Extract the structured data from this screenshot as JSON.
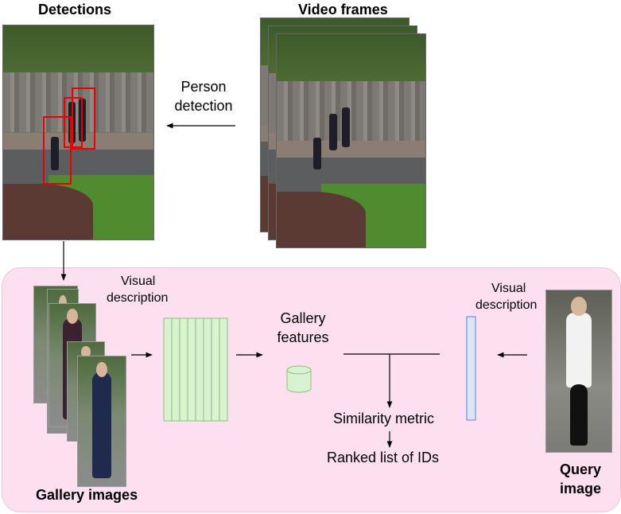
{
  "labels": {
    "detections": "Detections",
    "video_frames": "Video frames",
    "person_detection": [
      "Person",
      "detection"
    ],
    "visual_description_left": [
      "Visual",
      "description"
    ],
    "gallery_features": [
      "Gallery",
      "features"
    ],
    "visual_description_right": [
      "Visual",
      "description"
    ],
    "similarity_metric": "Similarity metric",
    "ranked_list": "Ranked list of IDs",
    "gallery_images": "Gallery images",
    "query_image": [
      "Query",
      "image"
    ]
  },
  "colors": {
    "panel_fill": "#fde0ef",
    "feature_bars_fill": "#d9f2d0",
    "feature_bars_stroke": "#88c07a",
    "query_vector_fill": "#dbe6fb",
    "query_vector_stroke": "#5f7fcf",
    "cylinder_fill": "#d9f2d0",
    "cylinder_stroke": "#88c07a",
    "bbox": "#e00000"
  }
}
